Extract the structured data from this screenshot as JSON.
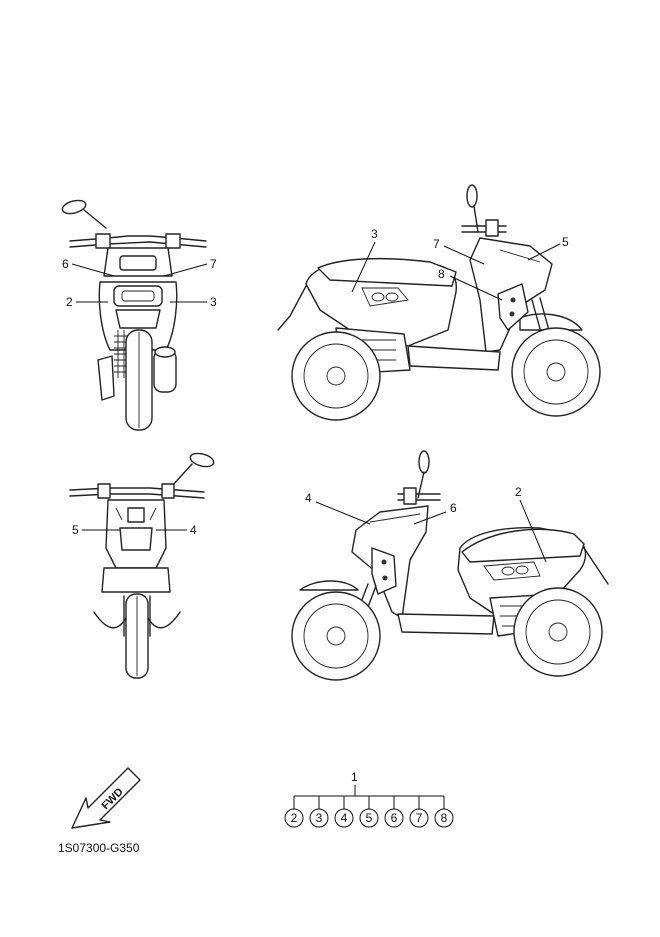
{
  "callouts": {
    "rear": {
      "c6": "6",
      "c7": "7",
      "c2": "2",
      "c3": "3"
    },
    "right_side": {
      "c3": "3",
      "c7": "7",
      "c5": "5",
      "c8": "8"
    },
    "front": {
      "c5": "5",
      "c4": "4"
    },
    "left_side": {
      "c4": "4",
      "c6": "6",
      "c2": "2"
    }
  },
  "set": {
    "parent": "1",
    "items": [
      "2",
      "3",
      "4",
      "5",
      "6",
      "7",
      "8"
    ]
  },
  "fwd_label": "FWD",
  "diagram_code": "1S07300-G350"
}
